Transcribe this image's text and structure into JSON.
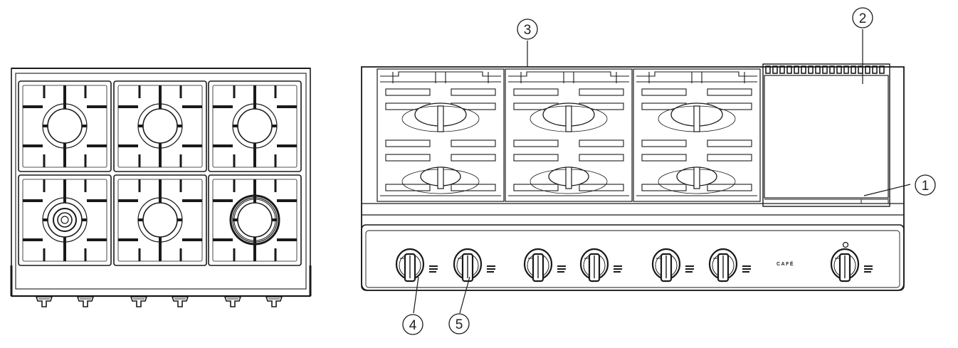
{
  "diagram": {
    "brand_label": "CAFÉ",
    "callouts": [
      {
        "id": "1",
        "label": "1"
      },
      {
        "id": "2",
        "label": "2"
      },
      {
        "id": "3",
        "label": "3"
      },
      {
        "id": "4",
        "label": "4"
      },
      {
        "id": "5",
        "label": "5"
      }
    ]
  },
  "colors": {
    "line": "#1a1a1a",
    "panel": "#ffffff"
  }
}
